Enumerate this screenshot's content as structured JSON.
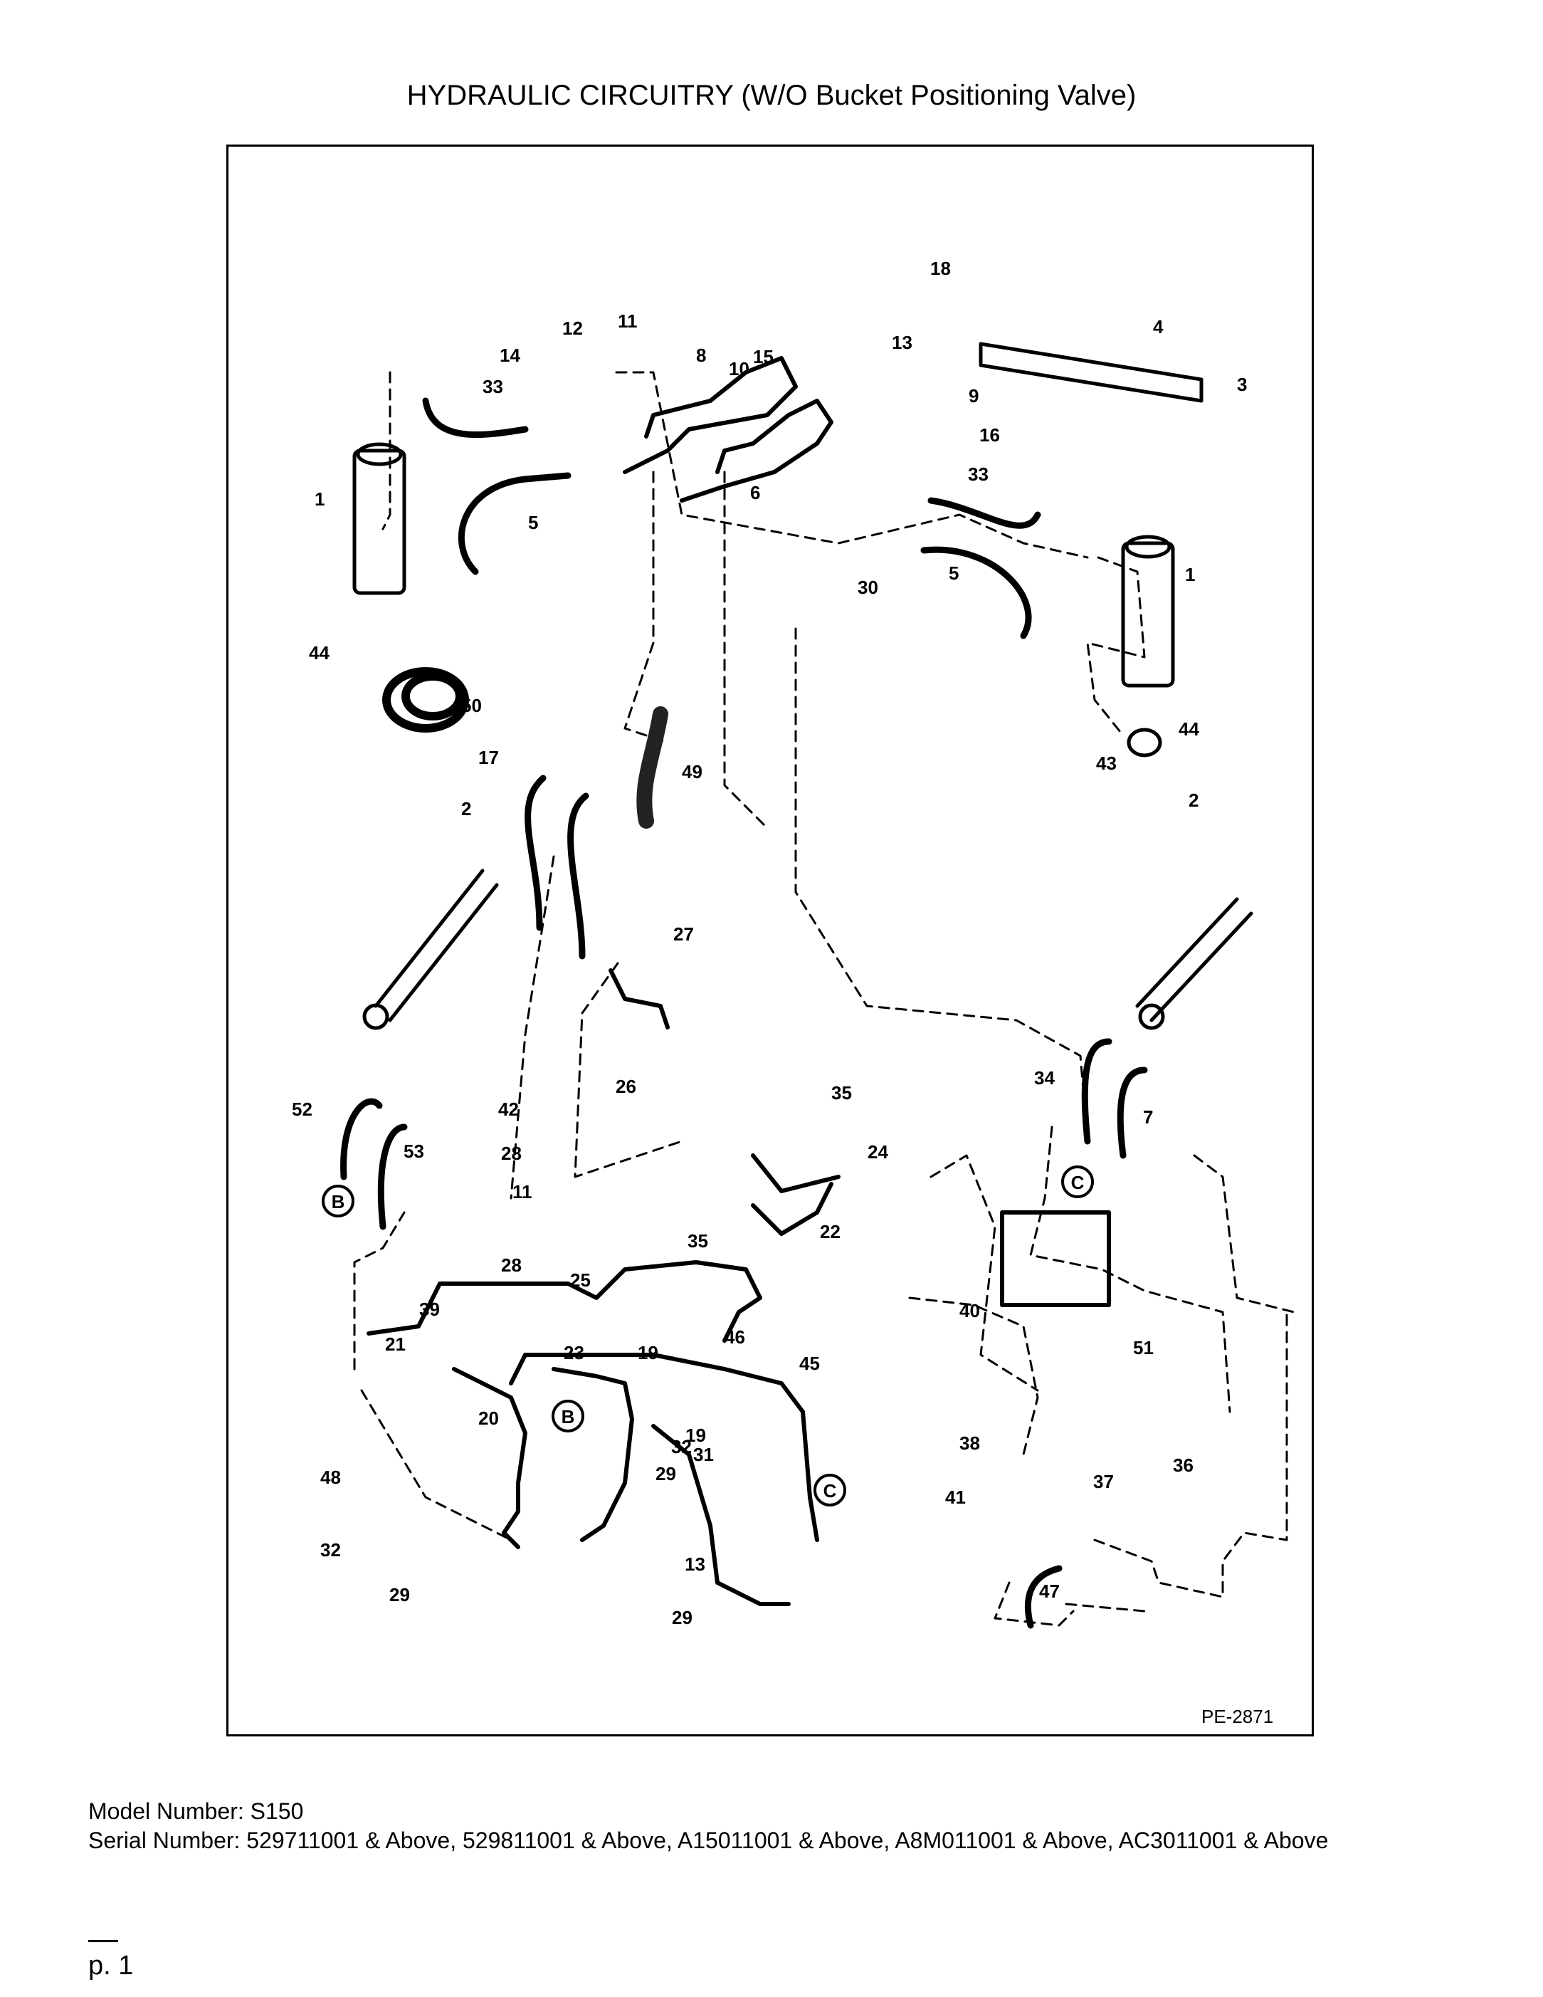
{
  "header": {
    "title": "HYDRAULIC CIRCUITRY (W/O Bucket Positioning Valve)"
  },
  "diagram": {
    "drawing_id": "PE-2871",
    "callouts": [
      "1",
      "2",
      "3",
      "4",
      "5",
      "6",
      "7",
      "8",
      "9",
      "10",
      "11",
      "12",
      "13",
      "14",
      "15",
      "16",
      "17",
      "18",
      "19",
      "20",
      "21",
      "22",
      "23",
      "24",
      "25",
      "26",
      "27",
      "28",
      "29",
      "30",
      "31",
      "32",
      "33",
      "34",
      "35",
      "36",
      "37",
      "38",
      "39",
      "40",
      "41",
      "42",
      "43",
      "44",
      "45",
      "46",
      "47",
      "48",
      "49",
      "50",
      "51",
      "52",
      "53"
    ],
    "circled_letters": [
      "B",
      "C"
    ]
  },
  "footer": {
    "model": "Model Number: S150",
    "serial": "Serial Number: 529711001 & Above, 529811001 & Above, A15011001 & Above, A8M011001 & Above, AC3011001 & Above",
    "page": "p. 1"
  }
}
